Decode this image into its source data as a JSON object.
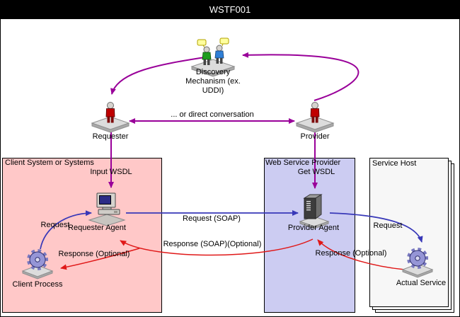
{
  "title_bar": {
    "title": "WSTF001"
  },
  "diagram": {
    "discovery": {
      "label": "Discovery\nMechanism (ex.\nUDDI)"
    },
    "requester": {
      "label": "Requester"
    },
    "provider": {
      "label": "Provider"
    },
    "direct_conversation_label": "... or direct conversation",
    "boxes": {
      "client_system": {
        "title": "Client System or Systems",
        "color": "#ffc8c8"
      },
      "web_service_provider": {
        "title": "Web Service Provider",
        "color": "#ccccf2"
      },
      "service_host": {
        "title": "Service Host",
        "color": "#f7f7f7"
      }
    },
    "nodes": {
      "requester_agent": {
        "label": "Requester Agent"
      },
      "provider_agent": {
        "label": "Provider Agent"
      },
      "client_process": {
        "label": "Client Process"
      },
      "actual_service": {
        "label": "Actual Service"
      }
    },
    "edges": {
      "input_wsdl": "Input WSDL",
      "get_wsdl": "Get WSDL",
      "request_soap": "Request (SOAP)",
      "response_soap": "Response (SOAP)(Optional)",
      "request_left": "Request",
      "response_left": "Response (Optional)",
      "request_right": "Request",
      "response_right": "Response (Optional)"
    },
    "colors": {
      "discovery_arrow": "#990099",
      "request_arrow": "#3838b8",
      "response_arrow": "#e01818"
    }
  }
}
